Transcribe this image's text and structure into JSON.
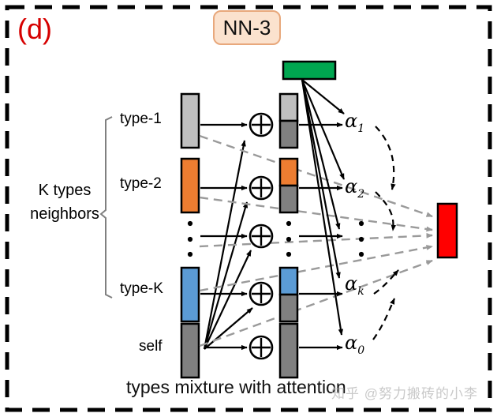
{
  "figure": {
    "panel_label": "(d)",
    "panel_label_color": "#d60000",
    "module_badge": "NN-3",
    "caption": "types mixture with attention",
    "watermark": "知乎 @努力搬砖的小李",
    "group_label": "K types\nneighbors",
    "group_label_line1": "K types",
    "group_label_line2": "neighbors"
  },
  "colors": {
    "type1": "#bfbfbf",
    "type2": "#ed7d31",
    "typeK": "#5b9bd5",
    "self": "#808080",
    "mixed_bottom": "#808080",
    "nn_output": "#00a650",
    "final_output": "#ff0000",
    "badge_fill": "#fbe2ce",
    "badge_border": "#e8a87c",
    "solid_arrow": "#000000",
    "dashed_gray_arrow": "#9a9a9a",
    "dashed_black_arrow": "#000000",
    "bracket": "#808080",
    "panel_border": "#000000"
  },
  "rows": [
    {
      "id": "type-1",
      "label": "type-1",
      "color": "#bfbfbf",
      "alpha": "α",
      "alpha_sub": "1"
    },
    {
      "id": "type-2",
      "label": "type-2",
      "color": "#ed7d31",
      "alpha": "α",
      "alpha_sub": "2"
    },
    {
      "id": "ellipsis",
      "label": "⋮",
      "color": null,
      "alpha": "",
      "alpha_sub": ""
    },
    {
      "id": "type-K",
      "label": "type-K",
      "color": "#5b9bd5",
      "alpha": "α",
      "alpha_sub": "k"
    },
    {
      "id": "self",
      "label": "self",
      "color": "#808080",
      "alpha": "α",
      "alpha_sub": "0"
    }
  ],
  "alphas": [
    {
      "name": "alpha-1",
      "base": "α",
      "sub": "1"
    },
    {
      "name": "alpha-2",
      "base": "α",
      "sub": "2"
    },
    {
      "name": "alpha-k",
      "base": "α",
      "sub": "k"
    },
    {
      "name": "alpha-0",
      "base": "α",
      "sub": "0"
    }
  ],
  "operators": {
    "symbol": "⊕",
    "count": 5,
    "name": "concat-operator"
  },
  "nodes": {
    "green_vector_name": "nn3-output-vector",
    "red_vector_name": "aggregated-output-vector"
  }
}
